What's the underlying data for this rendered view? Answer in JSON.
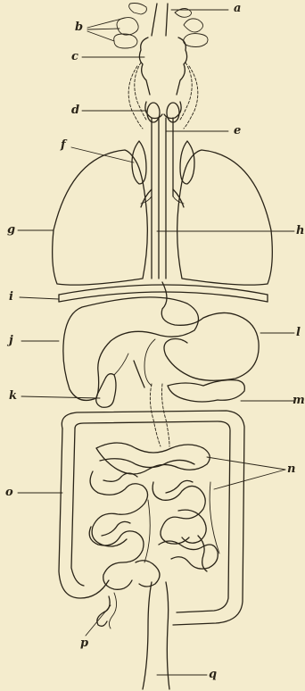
{
  "labels": {
    "a": "a",
    "b": "b",
    "c": "c",
    "d": "d",
    "e": "e",
    "f": "f",
    "g": "g",
    "h": "h",
    "i": "i",
    "j": "j",
    "k": "k",
    "l": "l",
    "m": "m",
    "n": "n",
    "o": "o",
    "p": "p",
    "q": "q"
  },
  "colors": {
    "background": "#f4eccd",
    "ink": "#2a2418"
  }
}
